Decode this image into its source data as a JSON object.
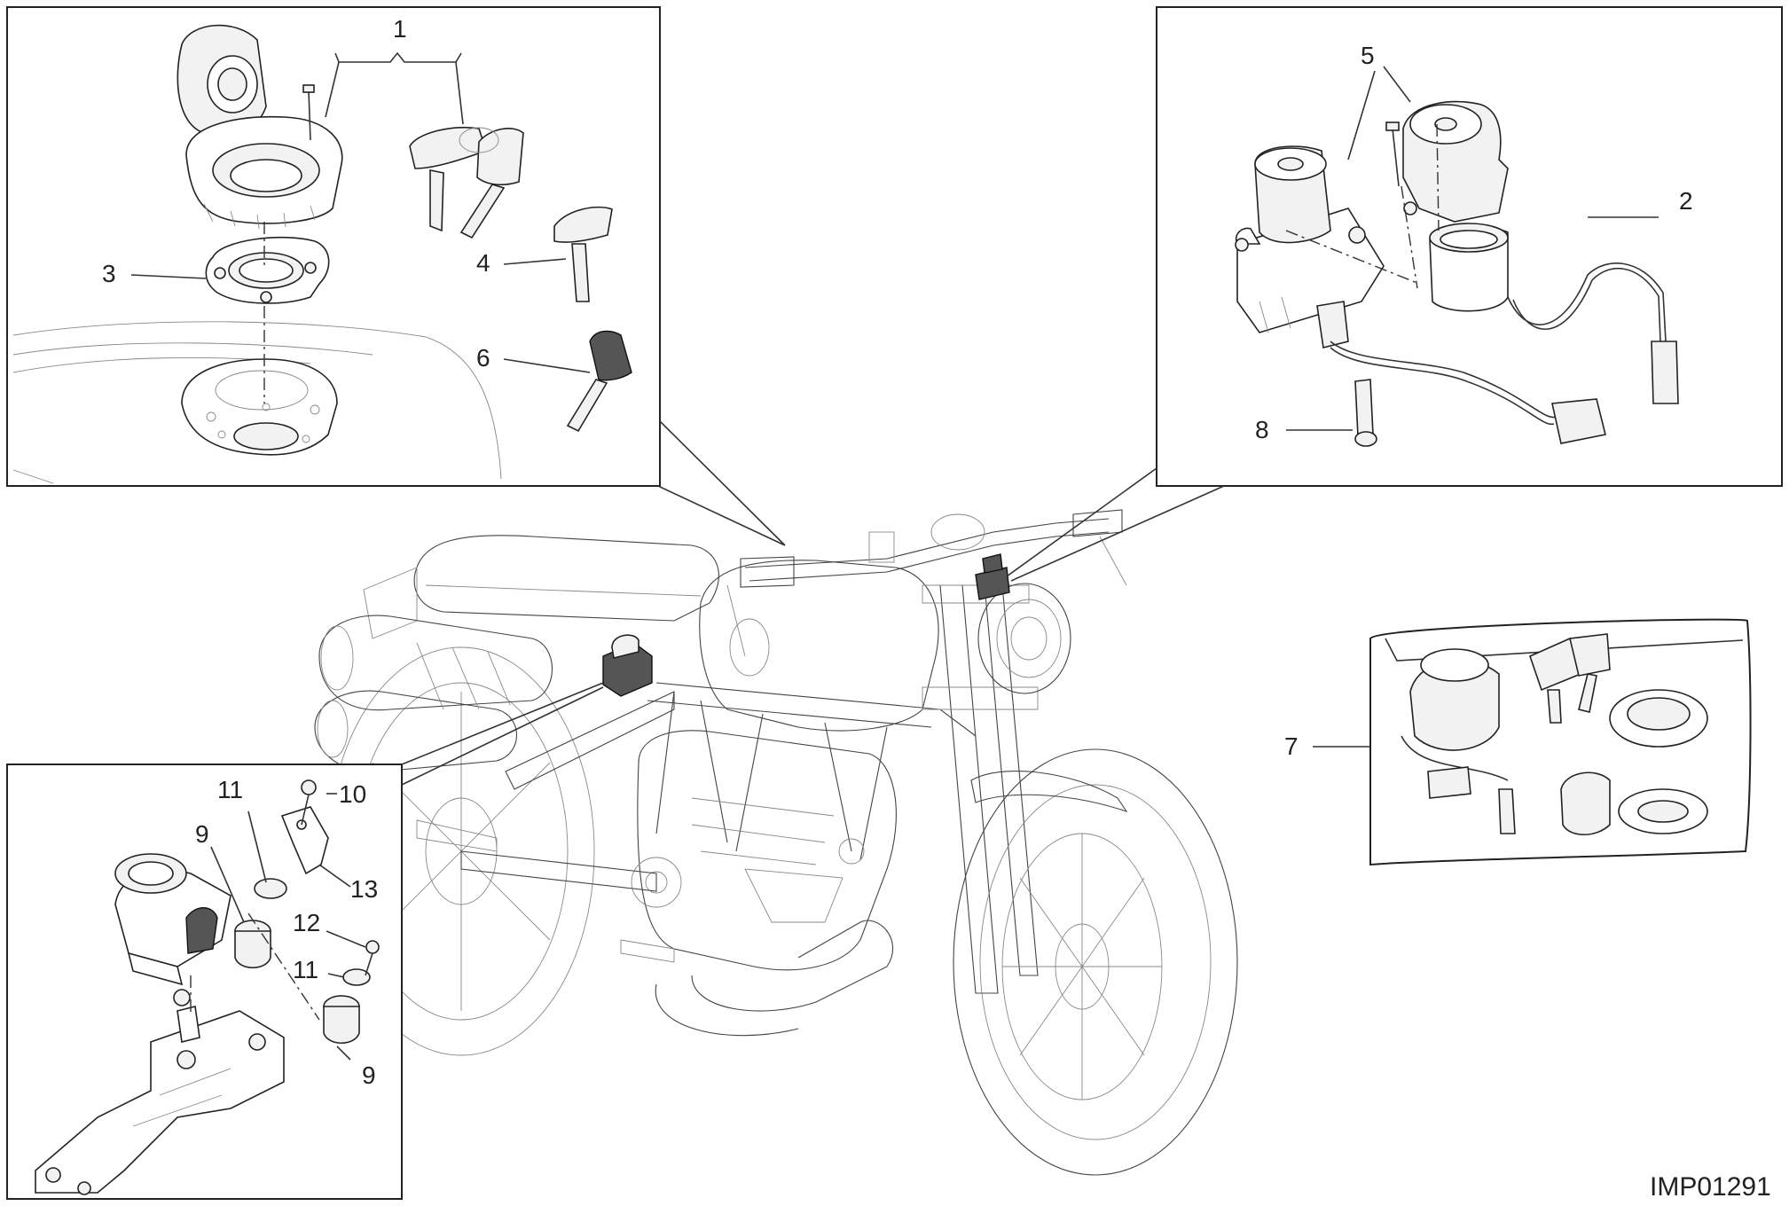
{
  "figure_code": "IMP01291",
  "callouts": {
    "c1": "1",
    "c2": "2",
    "c3": "3",
    "c4": "4",
    "c5": "5",
    "c6": "6",
    "c7": "7",
    "c8": "8",
    "c9a": "9",
    "c9b": "9",
    "c10": "10",
    "c11a": "11",
    "c11b": "11",
    "c12": "12",
    "c13": "13"
  }
}
